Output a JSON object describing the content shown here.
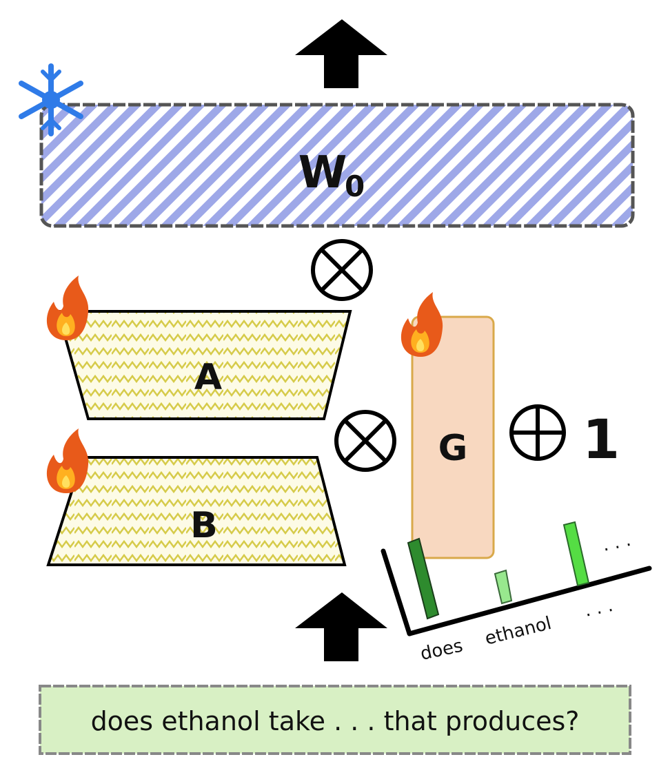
{
  "frozen_weight": {
    "label": "W",
    "subscript": "0",
    "fill": "#8f9be6",
    "status_icon": "snowflake-icon"
  },
  "lora": {
    "matrix_a_label": "A",
    "matrix_b_label": "B",
    "fill": "#d6cb4a",
    "status_icon": "fire-icon"
  },
  "gate": {
    "label": "G",
    "fill": "#f8d8c0",
    "border": "#d9a94a",
    "status_icon": "fire-icon"
  },
  "operators": {
    "multiply_symbol": "⊗",
    "add_symbol": "⊕",
    "add_constant": "1"
  },
  "token_chart": {
    "tokens": [
      "does",
      "ethanol"
    ],
    "upper_ellipsis": ". . .",
    "lower_ellipsis": ". . .",
    "bar_colors": [
      "#2e8b2e",
      "#98e88e",
      "#55dd44"
    ]
  },
  "input_text": {
    "text": "does ethanol take . . . that produces?",
    "fill": "#d8f0c4"
  }
}
